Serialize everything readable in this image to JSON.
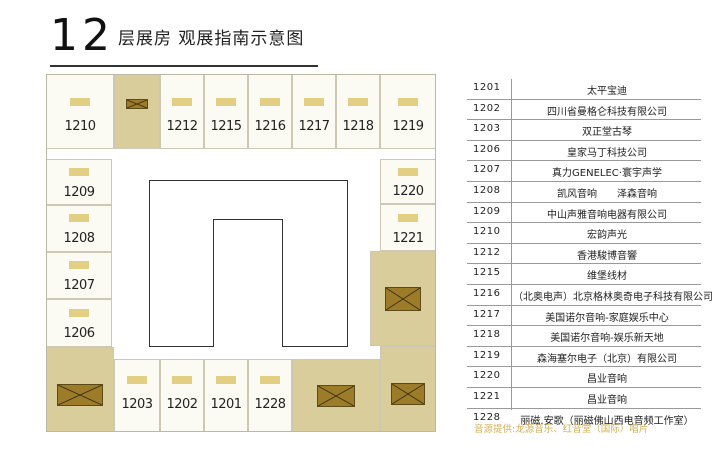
{
  "title": {
    "number": "12",
    "text": "层展房 观展指南示意图"
  },
  "rooms": {
    "r1210": "1210",
    "r1212": "1212",
    "r1215": "1215",
    "r1216": "1216",
    "r1217": "1217",
    "r1218": "1218",
    "r1219": "1219",
    "r1209": "1209",
    "r1208": "1208",
    "r1207": "1207",
    "r1206": "1206",
    "r1220": "1220",
    "r1221": "1221",
    "r1203": "1203",
    "r1202": "1202",
    "r1201": "1201",
    "r1228": "1228"
  },
  "exhibitors": [
    {
      "room": "1201",
      "name": "太平宝迪"
    },
    {
      "room": "1202",
      "name": "四川省曼格仑科技有限公司"
    },
    {
      "room": "1203",
      "name": "双正堂古琴"
    },
    {
      "room": "1206",
      "name": "皇家马丁科技公司"
    },
    {
      "room": "1207",
      "name": "真力GENELEC·寰宇声学"
    },
    {
      "room": "1208",
      "name": "凯风音响　　泽森音响"
    },
    {
      "room": "1209",
      "name": "中山声雅音响电器有限公司"
    },
    {
      "room": "1210",
      "name": "宏韵声光"
    },
    {
      "room": "1212",
      "name": "香港駿博音響"
    },
    {
      "room": "1215",
      "name": "维堡线材"
    },
    {
      "room": "1216",
      "name": "（北奥电声）北京格林奥奇电子科技有限公司"
    },
    {
      "room": "1217",
      "name": "美国诺尔音响-家庭娱乐中心"
    },
    {
      "room": "1218",
      "name": "美国诺尔音响-娱乐新天地"
    },
    {
      "room": "1219",
      "name": "森海塞尔电子（北京）有限公司"
    },
    {
      "room": "1220",
      "name": "昌业音响"
    },
    {
      "room": "1221",
      "name": "昌业音响"
    },
    {
      "room": "1228",
      "name": "丽磁.安歌（丽磁佛山西电音频工作室）"
    }
  ],
  "credit": "音源提供:龙源音乐、红音堂（国际）唱片",
  "colors": {
    "gold_room": "#d9cd9b",
    "marker": "#e2cf83",
    "box": "#9c7c28",
    "credit": "#d4b25a"
  }
}
